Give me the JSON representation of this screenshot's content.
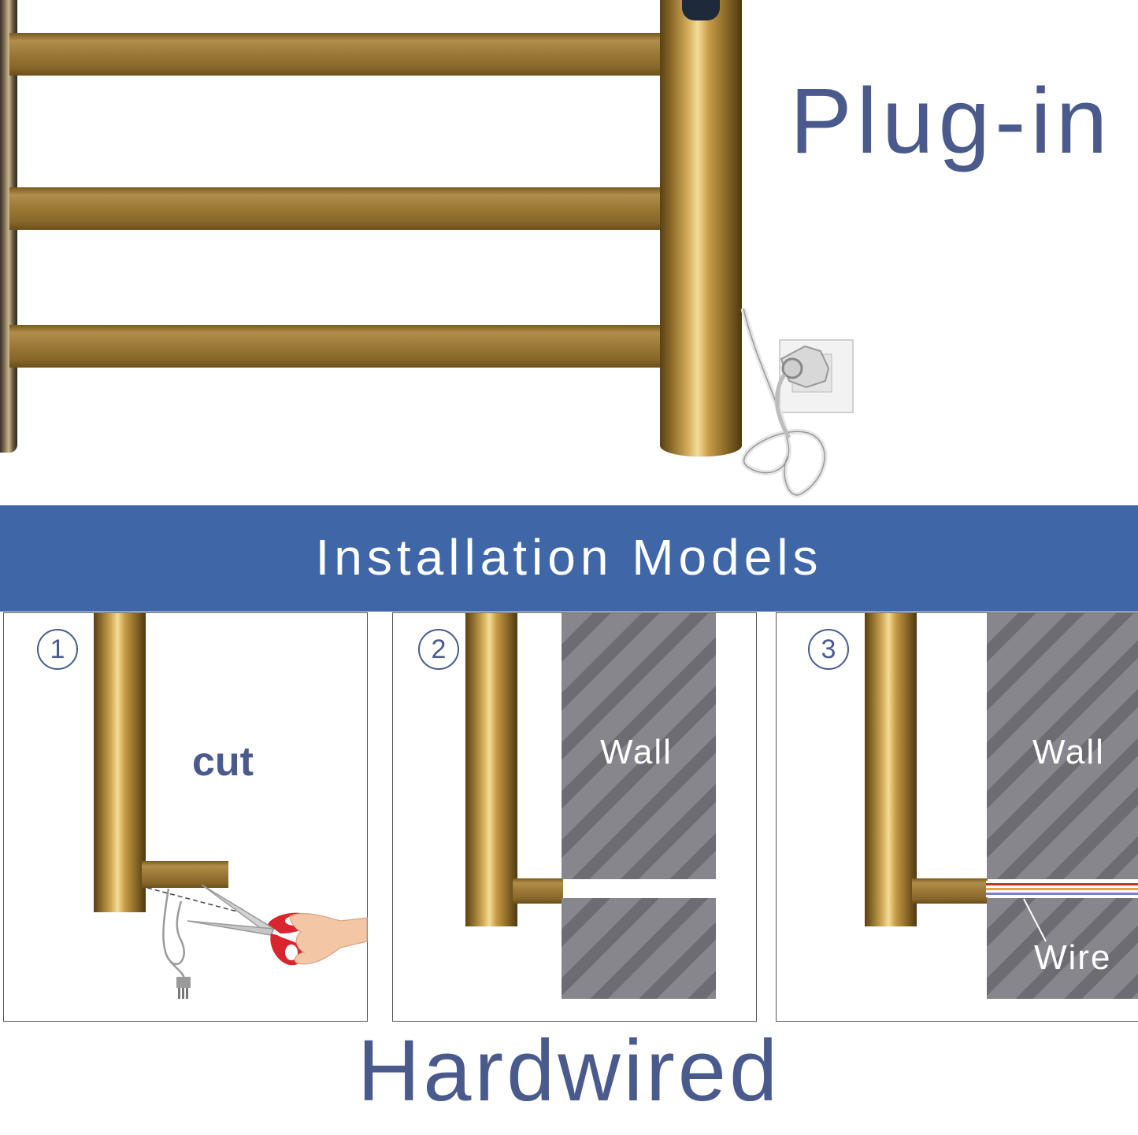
{
  "top": {
    "title": "Plug-in"
  },
  "banner": {
    "title": "Installation Models"
  },
  "steps": [
    {
      "number": "1",
      "label": "cut"
    },
    {
      "number": "2",
      "label": "Wall"
    },
    {
      "number": "3",
      "label": "Wall",
      "sublabel": "Wire"
    }
  ],
  "bottom": {
    "title": "Hardwired"
  },
  "colors": {
    "accent": "#4a5a8c",
    "banner": "#3f67a8",
    "gold": "#9c7836",
    "wall": "#86868c",
    "scissors": "#d8252e"
  }
}
